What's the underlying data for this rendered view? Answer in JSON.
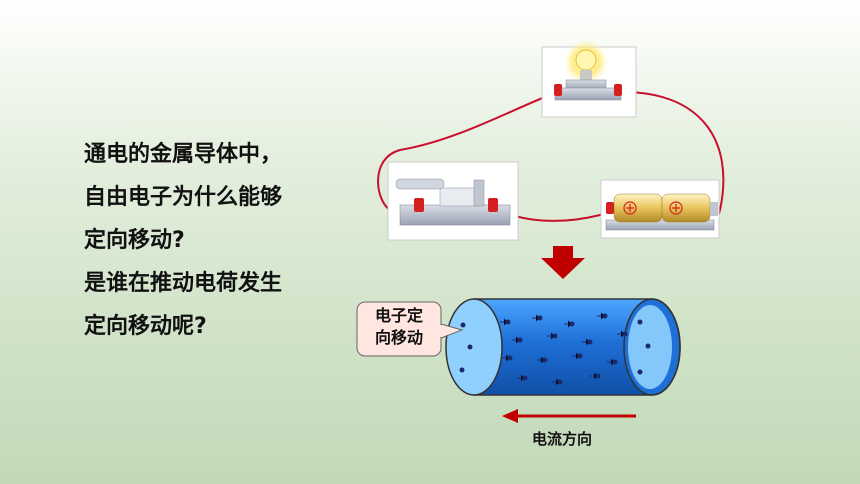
{
  "question": {
    "lines": [
      "通电的金属导体中，",
      "自由电子为什么能够",
      "定向移动?",
      "是谁在推动电荷发生",
      "定向移动呢?"
    ]
  },
  "callout": {
    "line1": "电子定",
    "line2": "向移动"
  },
  "current_caption": "电流方向",
  "colors": {
    "wire": "#c8102e",
    "conductor_blue": "#1e6fd6",
    "arrow_red": "#c00000",
    "callout_fill": "#ffe6e0"
  },
  "icons": [
    "bulb-icon",
    "switch-icon",
    "battery-icon",
    "down-arrow-icon",
    "left-arrow-icon"
  ]
}
